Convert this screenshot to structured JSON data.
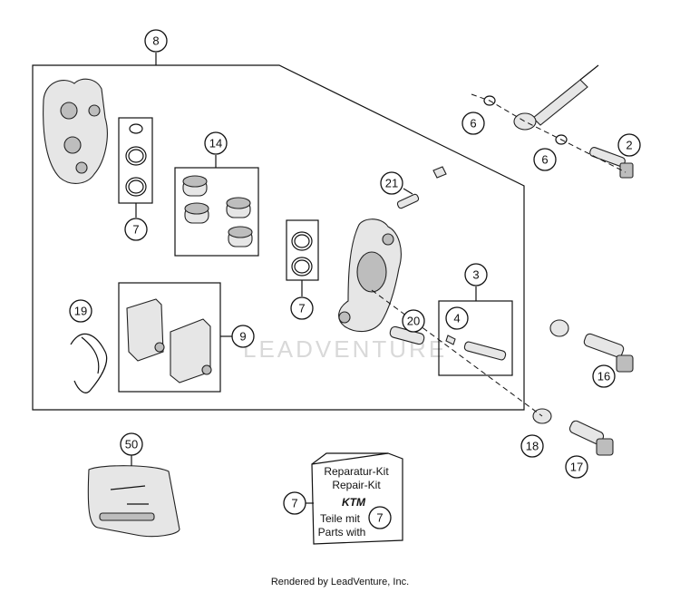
{
  "callouts": {
    "c8": "8",
    "c7a": "7",
    "c14": "14",
    "c7b": "7",
    "c21": "21",
    "c3": "3",
    "c4": "4",
    "c20": "20",
    "c19": "19",
    "c9": "9",
    "c6a": "6",
    "c6b": "6",
    "c2": "2",
    "c16": "16",
    "c18": "18",
    "c17": "17",
    "c50": "50",
    "c7c": "7",
    "c7d": "7"
  },
  "repair_kit": {
    "line1": "Reparatur-Kit",
    "line2": "Repair-Kit",
    "logo": "KTM",
    "line3": "Teile mit",
    "line4": "Parts with"
  },
  "watermark": "LEADVENTURE",
  "footer": "Rendered by LeadVenture, Inc."
}
